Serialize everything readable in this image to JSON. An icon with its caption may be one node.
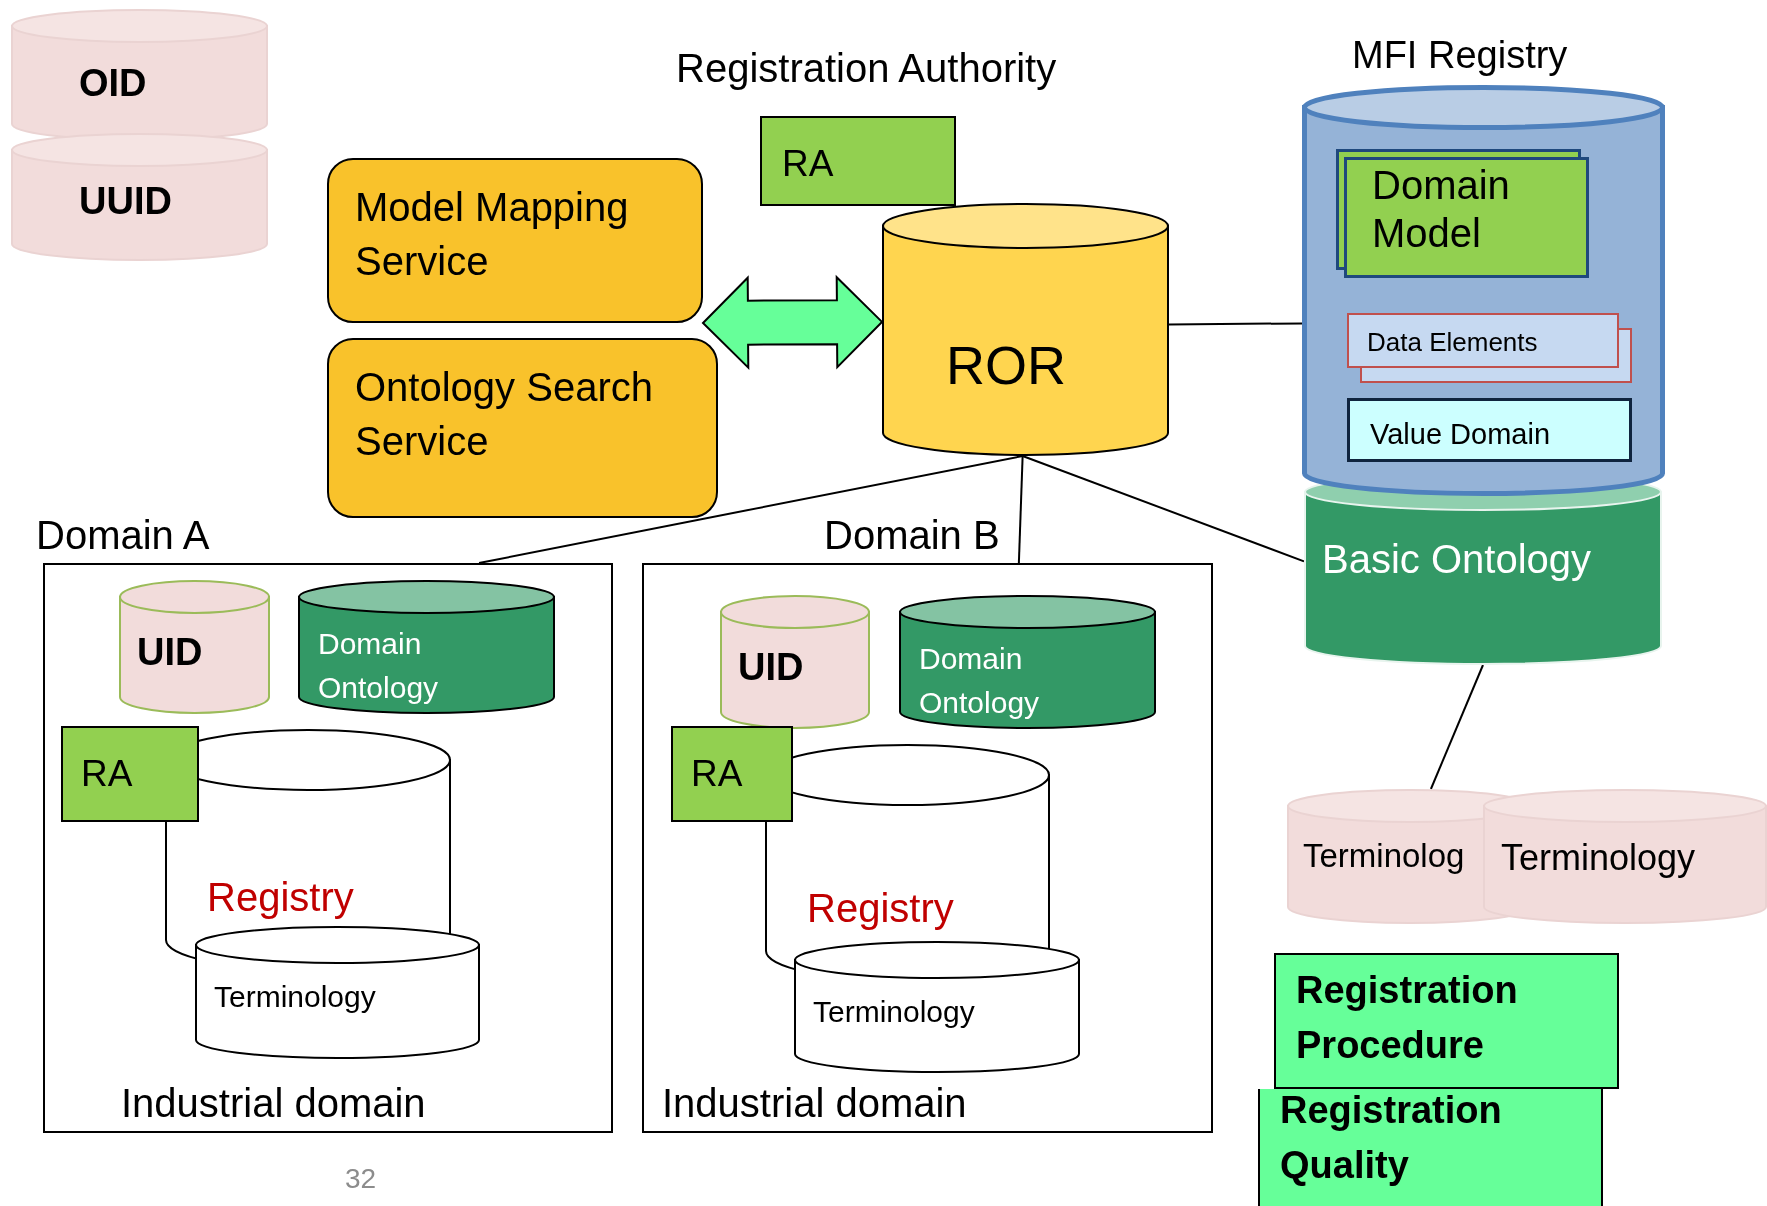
{
  "diagram": {
    "nodes": [
      {
        "text": [
          "OID"
        ]
      },
      {
        "text": [
          "UUID"
        ]
      },
      {
        "text": [
          "Model Mapping Service"
        ]
      },
      {
        "text": [
          "Ontology Search Service"
        ]
      },
      {
        "text": [
          "RA"
        ]
      },
      {
        "text": [
          "ROR"
        ]
      },
      {
        "text": [
          "MFI Registry"
        ]
      },
      {
        "text": [
          "Domain Model"
        ],
        "in": 6
      },
      {
        "text": [
          "Data Elements"
        ],
        "in": 6
      },
      {
        "text": [
          "Value Domain"
        ],
        "in": 6
      },
      {
        "text": [
          "Basic Ontology"
        ]
      },
      {
        "text": [
          "Domain A",
          "Industrial domain"
        ]
      },
      {
        "text": [
          "UID"
        ],
        "in": 11
      },
      {
        "text": [
          "Domain Ontology"
        ],
        "in": 11
      },
      {
        "text": [
          "Registry"
        ],
        "in": 11
      },
      {
        "text": [
          "RA"
        ],
        "in": 11
      },
      {
        "text": [
          "Terminology"
        ],
        "in": 11
      },
      {
        "text": [
          "Domain B",
          "Industrial domain"
        ]
      },
      {
        "text": [
          "UID"
        ],
        "in": 17
      },
      {
        "text": [
          "Domain Ontology"
        ],
        "in": 17
      },
      {
        "text": [
          "Registry"
        ],
        "in": 17
      },
      {
        "text": [
          "RA"
        ],
        "in": 17
      },
      {
        "text": [
          "Terminology"
        ],
        "in": 17
      },
      {
        "text": [
          "Terminolog"
        ]
      },
      {
        "text": [
          "Terminology"
        ]
      },
      {
        "text": [
          "Registration Procedure"
        ]
      },
      {
        "text": [
          "Registration Quality"
        ]
      }
    ],
    "edges": [
      {
        "from": 2,
        "to": 5,
        "arrow": "both",
        "style": "thick"
      },
      {
        "from": 5,
        "to": 6,
        "arrow": "none"
      },
      {
        "from": 5,
        "to": 11,
        "arrow": "none"
      },
      {
        "from": 5,
        "to": 17,
        "arrow": "none"
      },
      {
        "from": 5,
        "to": 10,
        "arrow": "none"
      },
      {
        "from": 10,
        "to": 23,
        "arrow": "none"
      }
    ],
    "labels": [
      "Registration Authority",
      "32"
    ]
  }
}
